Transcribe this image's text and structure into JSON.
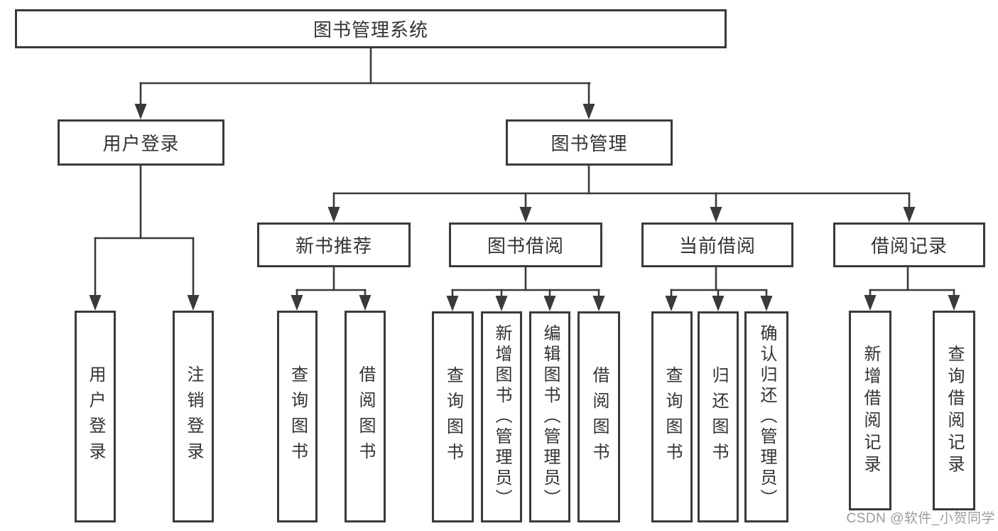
{
  "tree": {
    "label": "图书管理系统",
    "children": [
      {
        "label": "用户登录",
        "children": [
          {
            "label": "用户登录"
          },
          {
            "label": "注销登录"
          }
        ]
      },
      {
        "label": "图书管理",
        "children": [
          {
            "label": "新书推荐",
            "children": [
              {
                "label": "查询图书"
              },
              {
                "label": "借阅图书"
              }
            ]
          },
          {
            "label": "图书借阅",
            "children": [
              {
                "label": "查询图书"
              },
              {
                "label": "新增图书（管理员）"
              },
              {
                "label": "编辑图书（管理员）"
              },
              {
                "label": "借阅图书"
              }
            ]
          },
          {
            "label": "当前借阅",
            "children": [
              {
                "label": "查询图书"
              },
              {
                "label": "归还图书"
              },
              {
                "label": "确认归还（管理员）"
              }
            ]
          },
          {
            "label": "借阅记录",
            "children": [
              {
                "label": "新增借阅记录"
              },
              {
                "label": "查询借阅记录"
              }
            ]
          }
        ]
      }
    ]
  },
  "watermark": "CSDN @软件_小贺同学",
  "colors": {
    "line": "#3a3a3a",
    "text": "#333333",
    "watermark": "#9b9b9b",
    "background": "#ffffff"
  }
}
